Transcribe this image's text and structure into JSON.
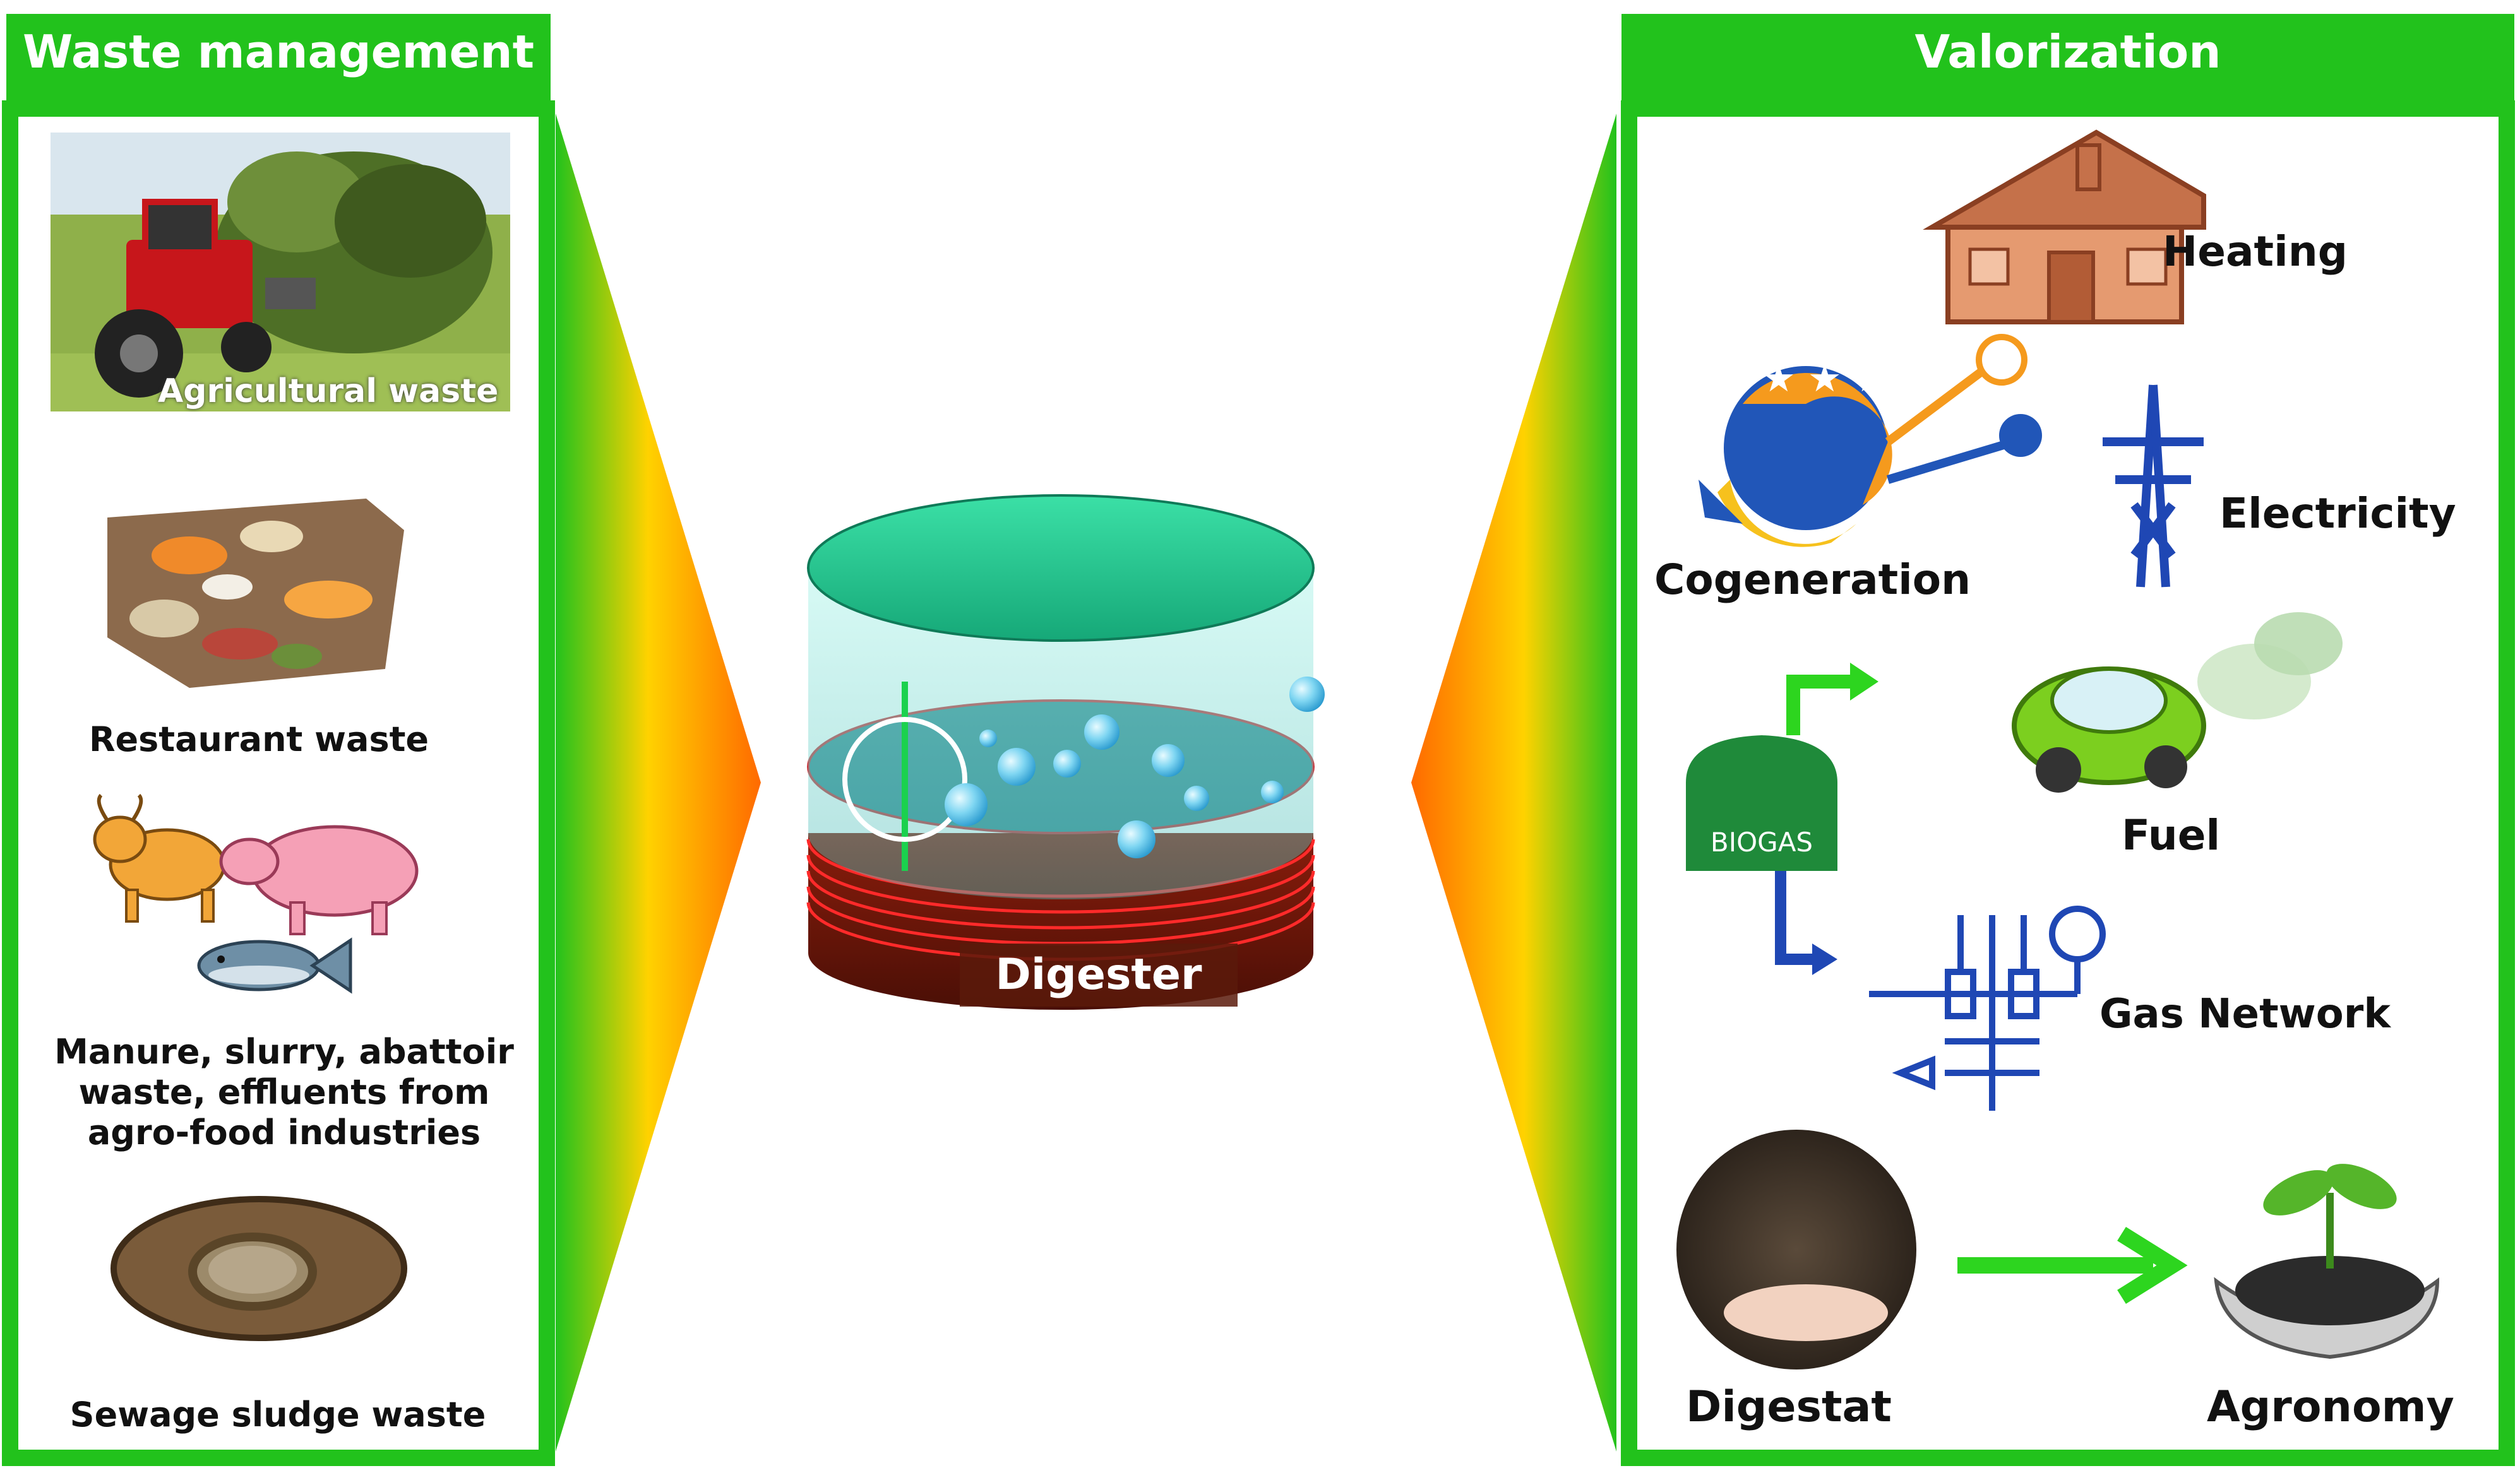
{
  "left_panel": {
    "title": "Waste management",
    "items": [
      {
        "label": "Agricultural waste"
      },
      {
        "label": "Restaurant waste"
      },
      {
        "label": "Manure, slurry, abattoir waste, effluents from agro-food industries"
      },
      {
        "label": "Sewage sludge waste"
      }
    ]
  },
  "center": {
    "label": "Digester"
  },
  "right_panel": {
    "title": "Valorization",
    "outputs": {
      "heating": "Heating",
      "cogeneration": "Cogeneration",
      "electricity": "Electricity",
      "biogas": "BIOGAS",
      "fuel": "Fuel",
      "gas_network": "Gas Network",
      "digestat": "Digestat",
      "agronomy": "Agronomy"
    }
  },
  "colors": {
    "panel_green": "#22c21c",
    "arrow_green": "#2dd51f",
    "gradient_orange": "#ff6a00",
    "gradient_yellow": "#ffd200",
    "pipe_blue": "#1f47b4",
    "biogas_green": "#1f8a3a"
  },
  "icons": [
    "tractor-icon",
    "food-scraps-icon",
    "cow-icon",
    "pig-icon",
    "fish-icon",
    "sludge-tank-icon",
    "house-icon",
    "cogeneration-icon",
    "pylon-icon",
    "biogas-tank-icon",
    "car-icon",
    "pipe-network-icon",
    "soil-hands-icon",
    "seedling-hands-icon"
  ]
}
